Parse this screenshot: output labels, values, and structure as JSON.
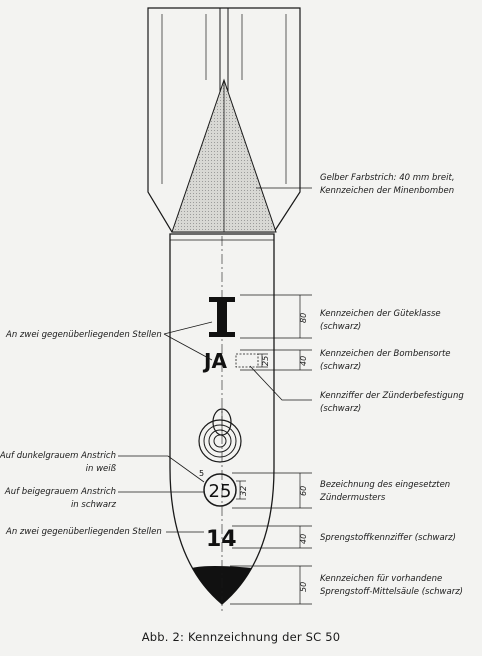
{
  "caption": "Abb. 2: Kennzeichnung der SC 50",
  "labels": {
    "yellow_stripe_1": "Gelber Farbstrich: 40 mm breit,",
    "yellow_stripe_2": "Kennzeichen der Minenbomben",
    "quality_1": "Kennzeichen der Güteklasse",
    "quality_2": "(schwarz)",
    "bombtype_1": "Kennzeichen der Bombensorte",
    "bombtype_2": "(schwarz)",
    "fuze_fix_1": "Kennziffer der Zünderbefestigung",
    "fuze_fix_2": "(schwarz)",
    "fuze_model_1": "Bezeichnung des eingesetzten",
    "fuze_model_2": "Zündermusters",
    "explosive": "Sprengstoffkennziffer (schwarz)",
    "column_1": "Kennzeichen für vorhandene",
    "column_2": "Sprengstoff-Mittelsäule (schwarz)",
    "opposite_1": "An zwei gegenüberliegenden Stellen",
    "opposite_2": "An zwei gegenüberliegenden Stellen",
    "darkgrey_1": "Auf dunkelgrauem Anstrich",
    "darkgrey_2": "in weiß",
    "beige_1": "Auf beigegrauem Anstrich",
    "beige_2": "in schwarz"
  },
  "markings": {
    "quality_class": "I",
    "bomb_type": "JA",
    "fuze_number": "25",
    "fuze_small": "5",
    "explosive_code": "14"
  },
  "dimensions": {
    "d80": "80",
    "d40a": "40",
    "d25": "25",
    "d60": "60",
    "d32": "32",
    "d40b": "40",
    "d50": "50"
  }
}
